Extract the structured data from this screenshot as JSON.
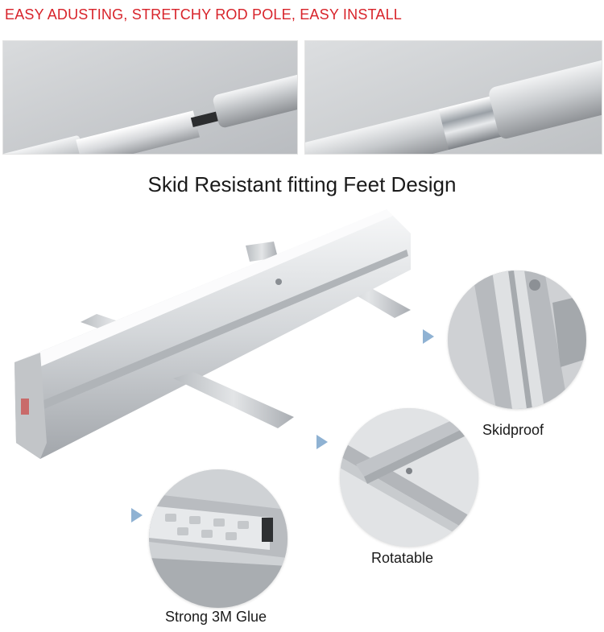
{
  "header": {
    "headline": "EASY ADUSTING, STRETCHY ROD POLE, EASY INSTALL"
  },
  "feet_section": {
    "title": "Skid Resistant fitting Feet Design",
    "features": [
      {
        "label": "Skidproof"
      },
      {
        "label": "Rotatable"
      },
      {
        "label": "Strong 3M Glue"
      }
    ]
  },
  "colors": {
    "headline": "#d8232a",
    "pointer": "#8fb2d3",
    "text": "#1a1a1a"
  },
  "icons": [
    "pointer-triangle-icon"
  ]
}
